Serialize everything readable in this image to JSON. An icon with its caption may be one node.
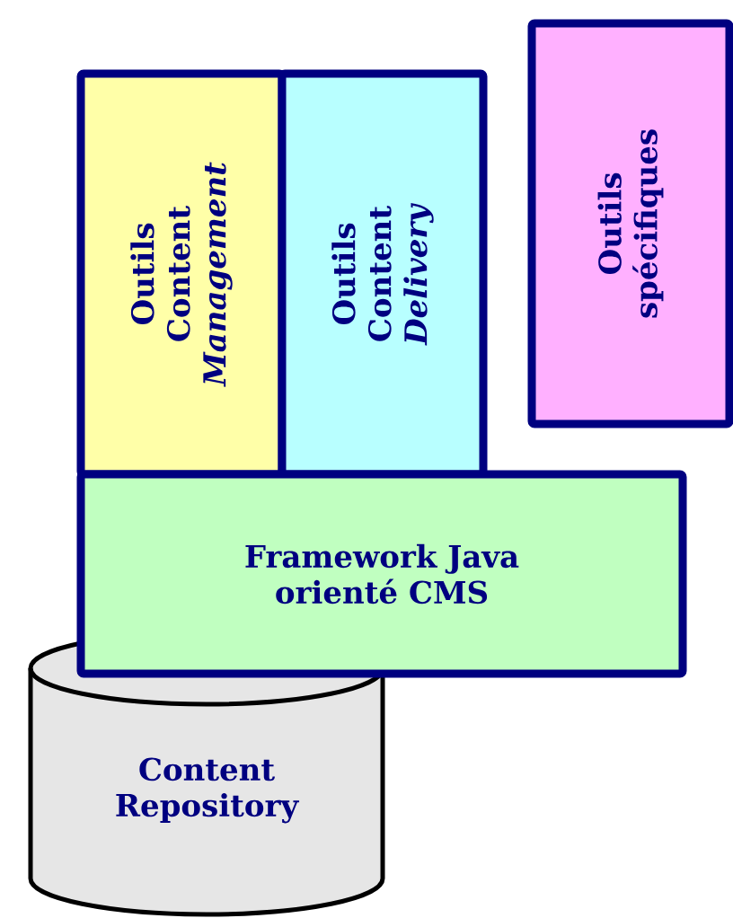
{
  "diagram": {
    "nodes": [
      {
        "text": [
          "Outils Content *Management*"
        ]
      },
      {
        "text": [
          "Outils Content *Delivery*"
        ]
      },
      {
        "text": [
          "Outils spécifiques"
        ]
      },
      {
        "text": [
          "Framework Java orienté CMS"
        ]
      },
      {
        "text": [
          "Content Repository"
        ]
      }
    ]
  }
}
